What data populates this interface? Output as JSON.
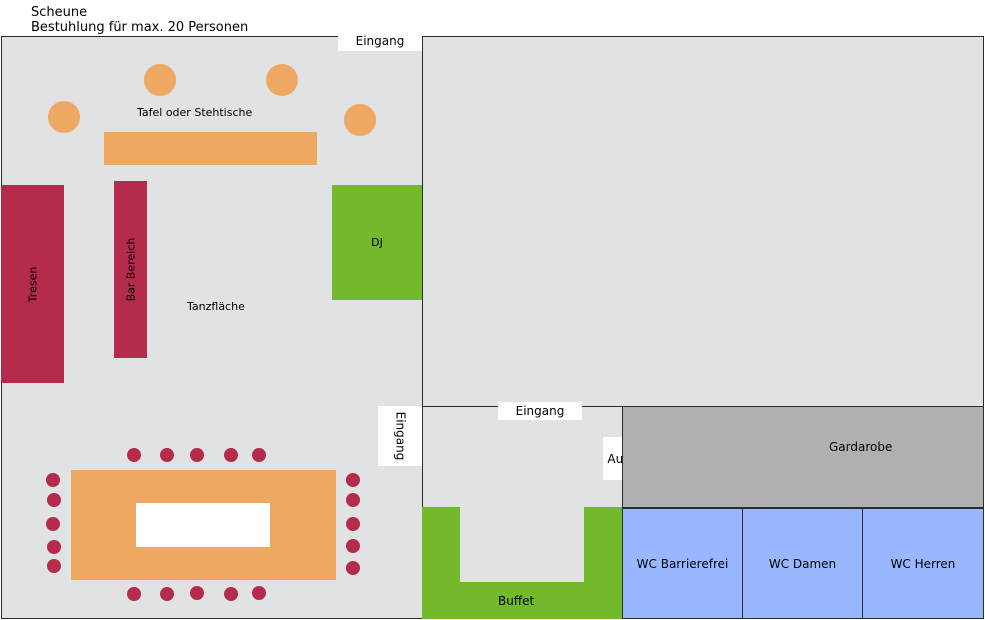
{
  "header": {
    "title": "Scheune",
    "subtitle": "Bestuhlung für max. 20 Personen"
  },
  "labels": {
    "entrance_top": "Eingang",
    "entrance_side": "Eingang",
    "entrance_lower": "Eingang",
    "exit": "Ausgang",
    "table_option": "Tafel oder Stehtische",
    "counter": "Tresen",
    "bar_area": "Bar Bereich",
    "dj": "DJ",
    "dance_floor": "Tanzfläche",
    "cloakroom": "Gardarobe",
    "buffet": "Buffet",
    "wc_accessible": "WC Barrierefrei",
    "wc_women": "WC Damen",
    "wc_men": "WC Herren"
  },
  "colors": {
    "room": "#e1e2e4",
    "table": "#eea862",
    "bar": "#b52b4c",
    "dj": "#72b92c",
    "cloakroom": "#b0b0b3",
    "wc": "#99b7ff"
  }
}
